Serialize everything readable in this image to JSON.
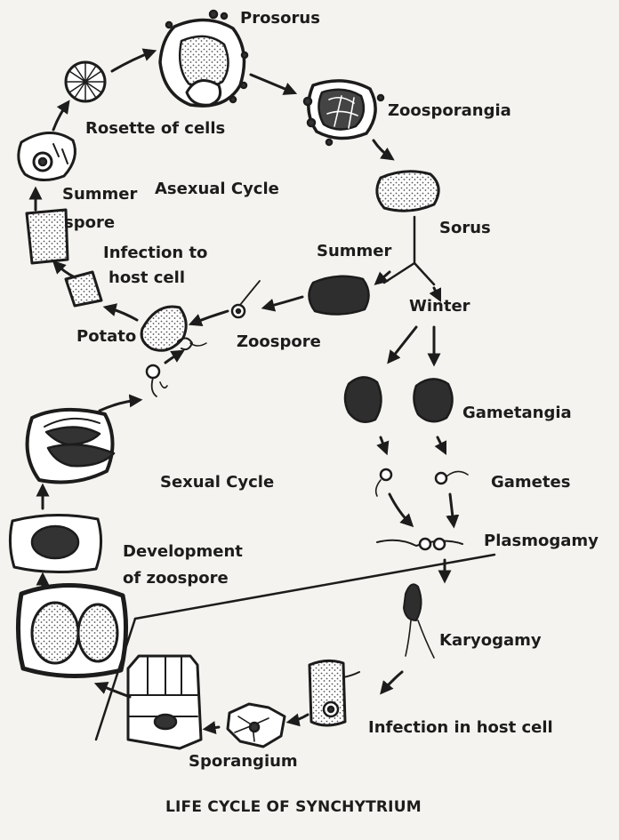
{
  "title": "LIFE CYCLE OF SYNCHYTRIUM",
  "colors": {
    "ink": "#1c1c1c",
    "paper": "#f4f3ef",
    "fill_dark": "#2e2e2e",
    "fill_stipple": "#b9b9b9"
  },
  "labels": {
    "prosorus": "Prosorus",
    "zoosporangia": "Zoosporangia",
    "rosette": "Rosette of cells",
    "summer_spore_1": "Summer",
    "summer_spore_2": "spore",
    "asexual": "Asexual Cycle",
    "sorus": "Sorus",
    "summer": "Summer",
    "winter": "Winter",
    "infection_1": "Infection to",
    "infection_2": "host cell",
    "potato": "Potato",
    "zoospore": "Zoospore",
    "gametangia": "Gametangia",
    "gametes": "Gametes",
    "sexual": "Sexual Cycle",
    "plasmogamy": "Plasmogamy",
    "development_1": "Development",
    "development_2": "of zoospore",
    "karyogamy": "Karyogamy",
    "infection_host": "Infection in host cell",
    "sporangium": "Sporangium"
  }
}
